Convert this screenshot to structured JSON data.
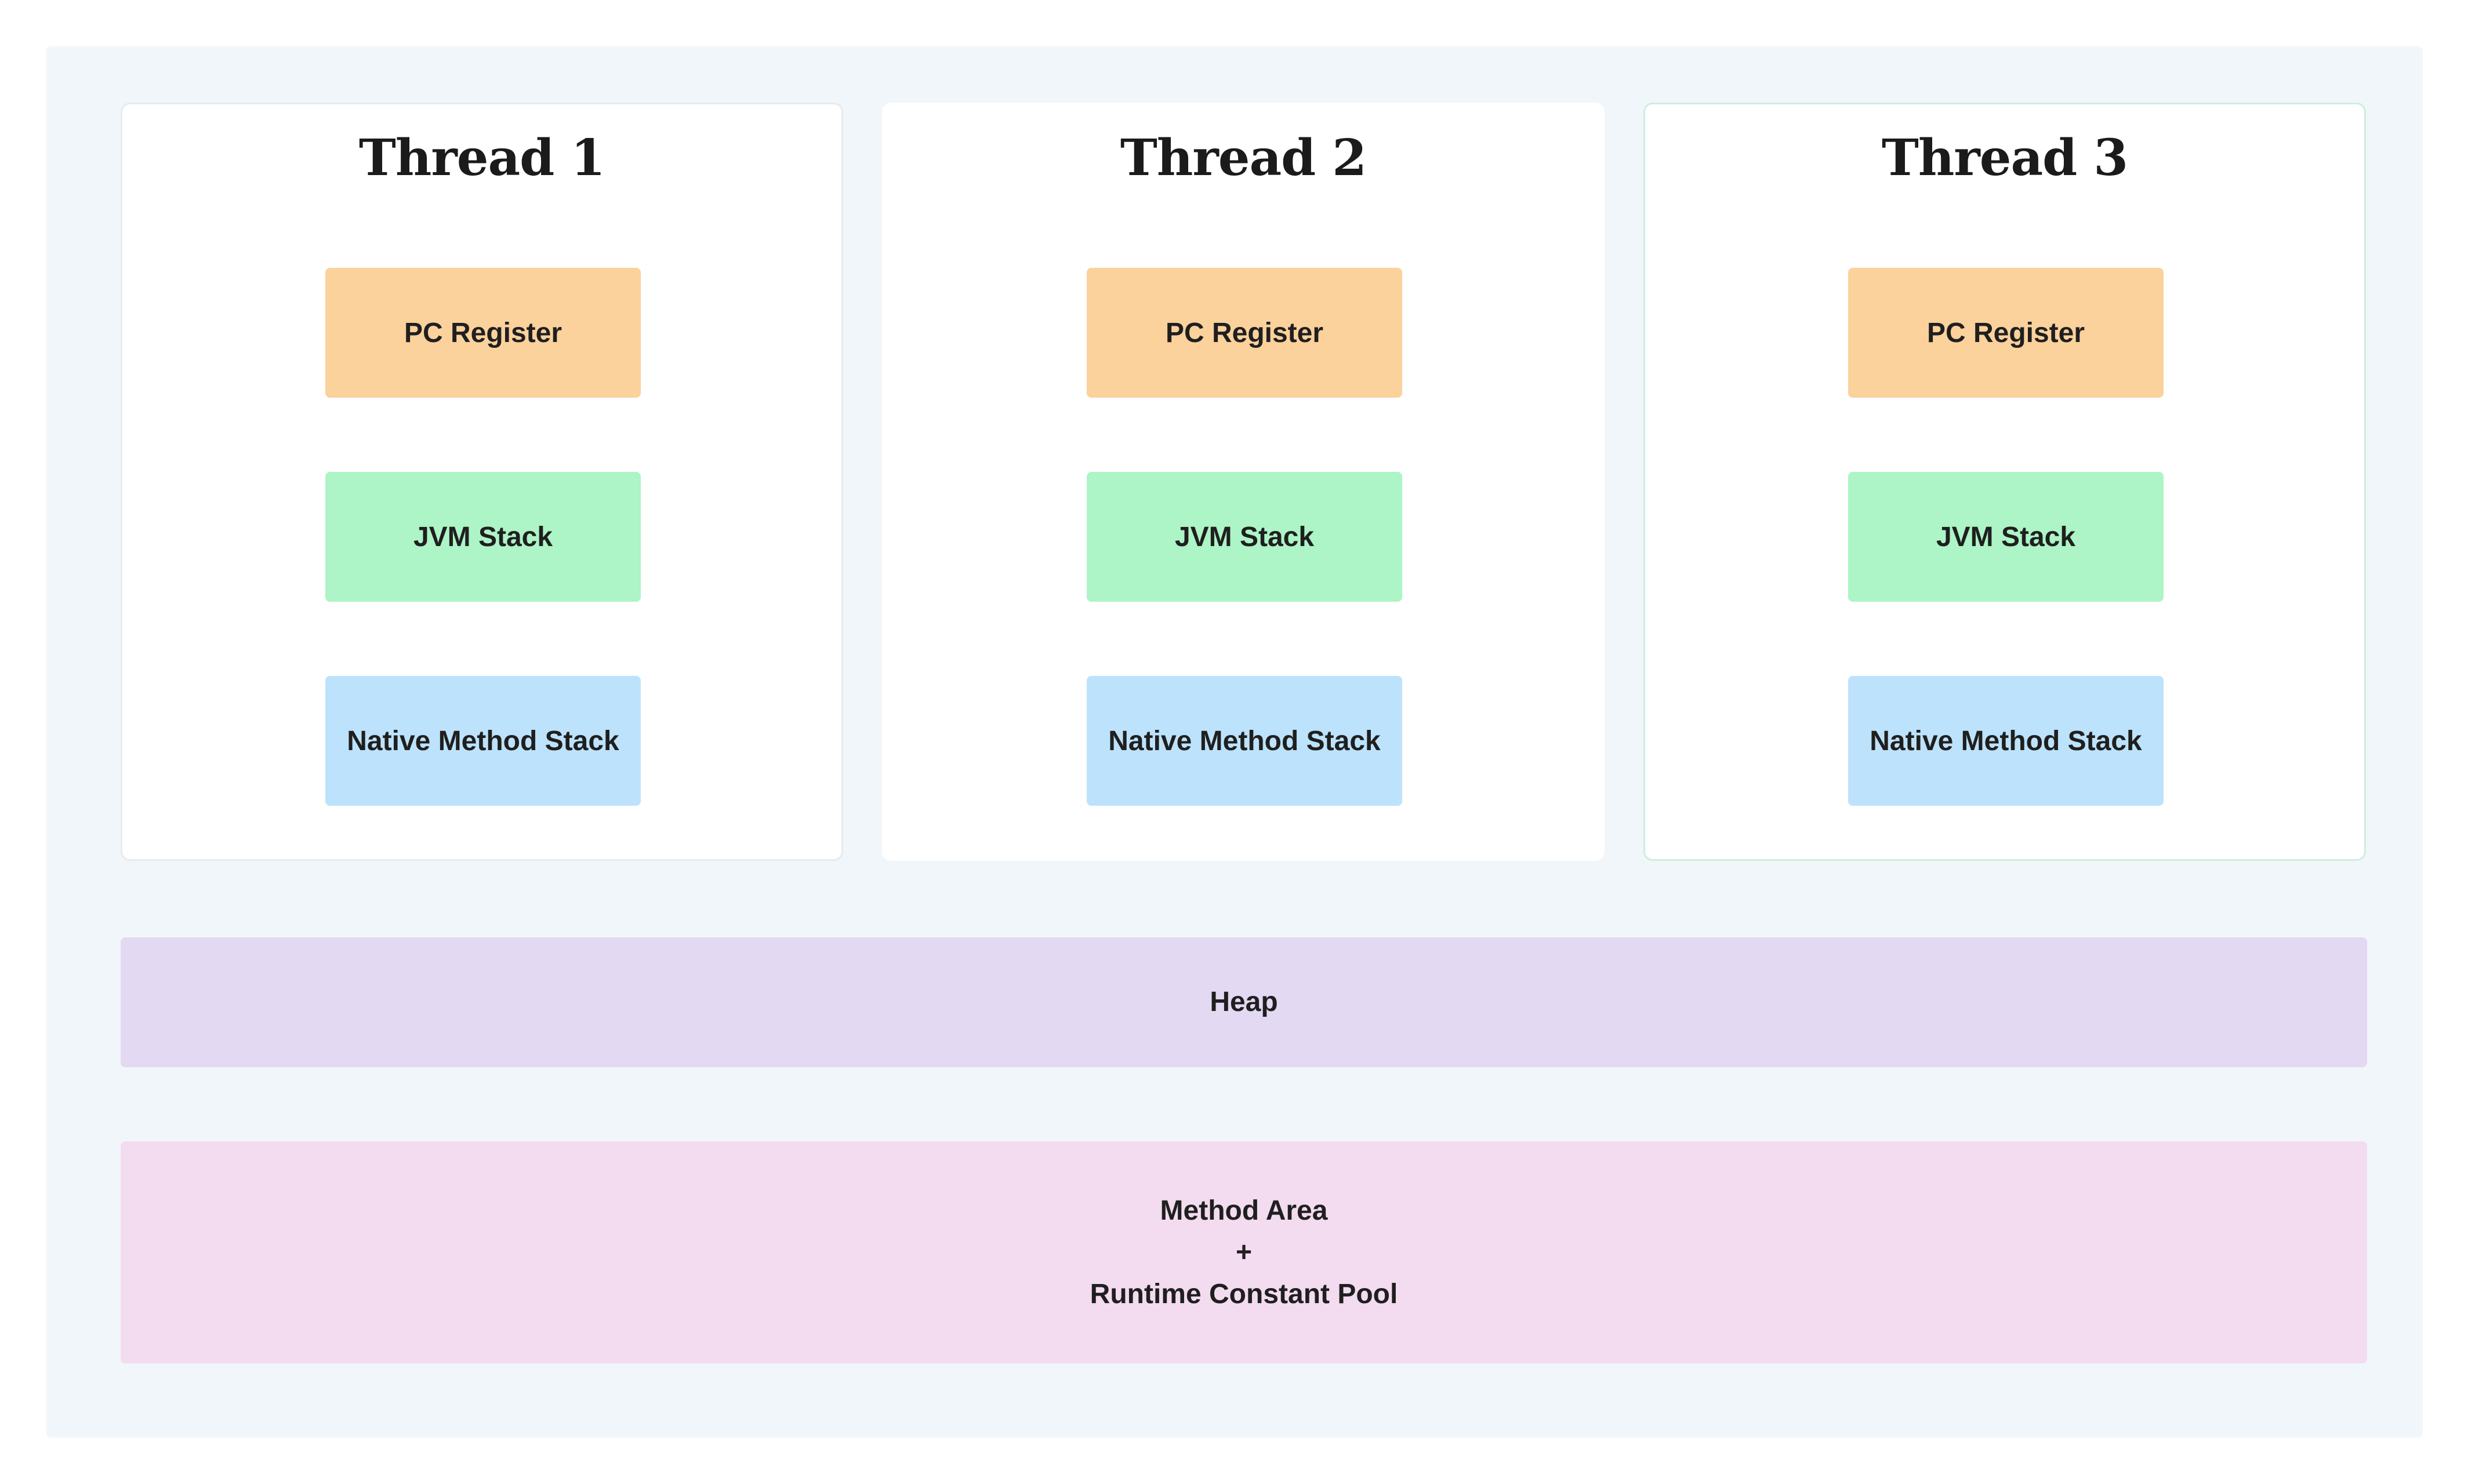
{
  "threads": [
    {
      "title": "Thread 1",
      "pc": "PC Register",
      "jvm": "JVM Stack",
      "native": "Native Method Stack"
    },
    {
      "title": "Thread 2",
      "pc": "PC Register",
      "jvm": "JVM Stack",
      "native": "Native Method Stack"
    },
    {
      "title": "Thread 3",
      "pc": "PC Register",
      "jvm": "JVM Stack",
      "native": "Native Method Stack"
    }
  ],
  "heap": {
    "label": "Heap"
  },
  "method_area": {
    "line1": "Method Area",
    "line2": "+",
    "line3": "Runtime Constant Pool"
  },
  "colors": {
    "pc_register": "#fbd19c",
    "jvm_stack": "#adf4c6",
    "native_method_stack": "#bde2fc",
    "heap": "#e3d9f2",
    "method_area": "#f3dbf0",
    "background": "#f1f6fa"
  }
}
